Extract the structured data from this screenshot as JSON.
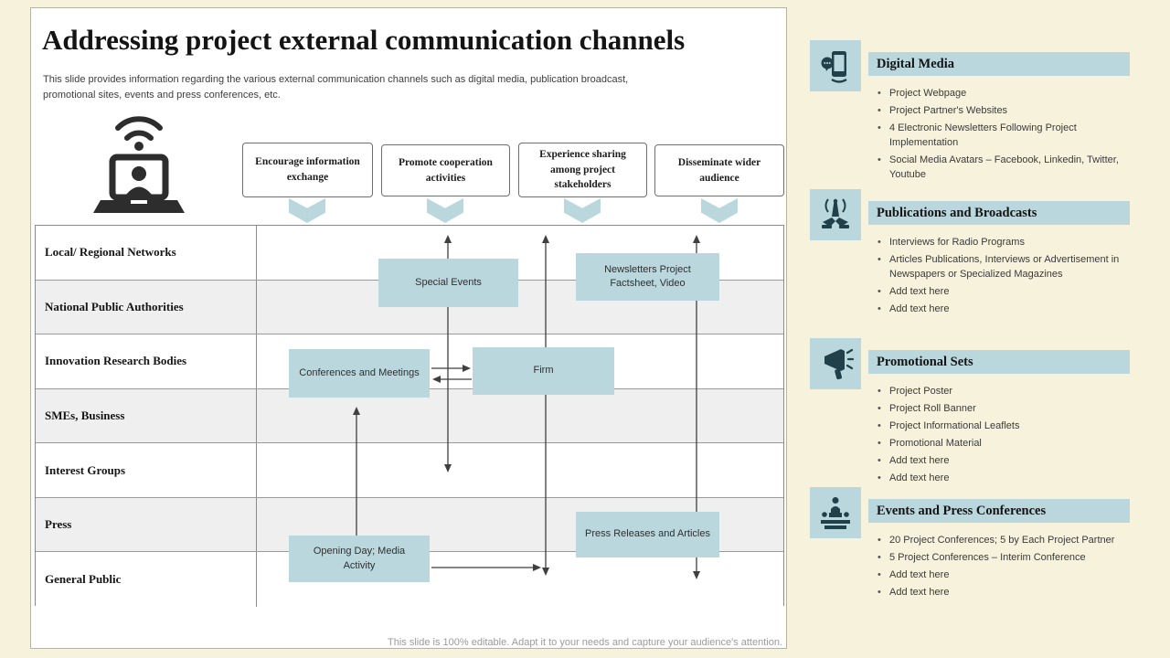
{
  "slide": {
    "title": "Addressing project external communication channels",
    "subtitle": "This slide provides information regarding the various external communication channels such as digital media, publication broadcast, promotional sites, events and press conferences, etc.",
    "footer": "This slide is 100% editable. Adapt it to your needs and capture your audience's attention."
  },
  "colors": {
    "accent_light_blue": "#b9d7dd",
    "icon_dark": "#21414a",
    "background_cream": "#f7f2dc",
    "row_alt_gray": "#efefef"
  },
  "icons": {
    "main": "laptop-wifi-user-icon",
    "digital_media": "smartphone-chat-icon",
    "publications": "broadcast-antenna-handshake-icon",
    "promotional": "megaphone-icon",
    "events": "press-conference-icon"
  },
  "flow_headers": [
    "Encourage information exchange",
    "Promote cooperation activities",
    "Experience sharing among project stakeholders",
    "Disseminate wider audience"
  ],
  "matrix": {
    "row_labels": [
      "Local/ Regional Networks",
      "National Public Authorities",
      "Innovation Research Bodies",
      "SMEs, Business",
      "Interest Groups",
      "Press",
      "General Public"
    ],
    "boxes": [
      "Special Events",
      "Newsletters Project Factsheet, Video",
      "Conferences and Meetings",
      "Firm",
      "Press Releases and Articles",
      "Opening Day; Media Activity"
    ]
  },
  "sidebar": {
    "sections": [
      {
        "title": "Digital Media",
        "bullets": [
          "Project Webpage",
          "Project Partner's Websites",
          "4 Electronic Newsletters Following Project Implementation",
          "Social Media Avatars – Facebook, Linkedin, Twitter, Youtube"
        ]
      },
      {
        "title": "Publications and Broadcasts",
        "bullets": [
          "Interviews for Radio Programs",
          "Articles Publications, Interviews or Advertisement in Newspapers or Specialized Magazines",
          "Add text here",
          "Add text here"
        ]
      },
      {
        "title": "Promotional Sets",
        "bullets": [
          "Project Poster",
          "Project Roll Banner",
          "Project Informational Leaflets",
          "Promotional Material",
          "Add text here",
          "Add text here"
        ]
      },
      {
        "title": "Events and Press Conferences",
        "bullets": [
          "20 Project Conferences;  5 by Each Project Partner",
          "5 Project Conferences – Interim Conference",
          "Add text here",
          "Add text here"
        ]
      }
    ]
  }
}
